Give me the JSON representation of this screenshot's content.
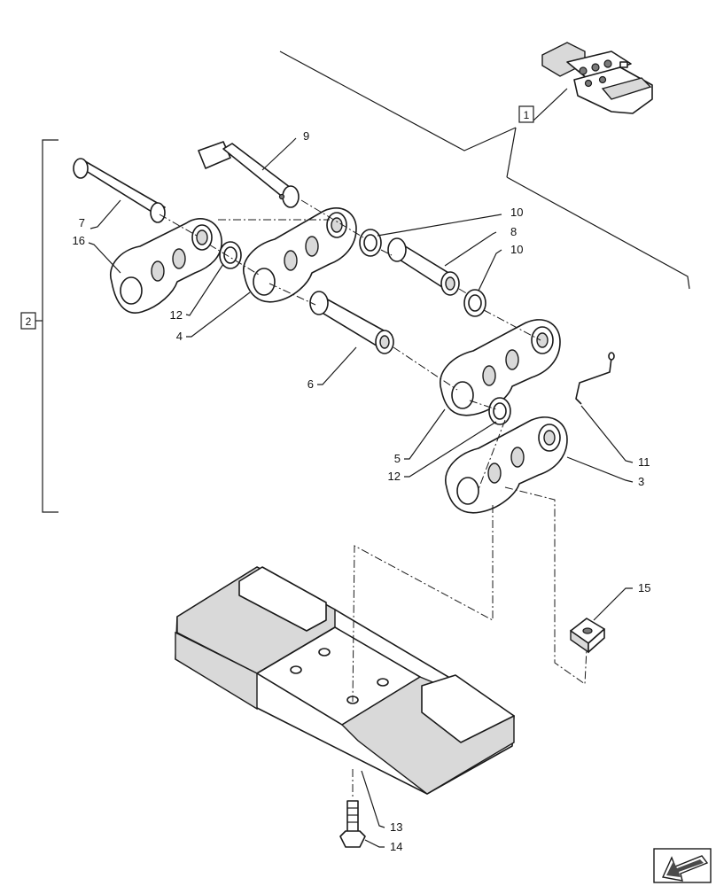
{
  "labels": {
    "l1": "1",
    "l2": "2",
    "l3": "3",
    "l4": "4",
    "l5": "5",
    "l6": "6",
    "l7": "7",
    "l8": "8",
    "l9": "9",
    "l10a": "10",
    "l10b": "10",
    "l11": "11",
    "l12a": "12",
    "l12b": "12",
    "l13": "13",
    "l14": "14",
    "l15": "15",
    "l16": "16"
  },
  "colors": {
    "line": "#1a1a1a",
    "shade": "#d9d9d9",
    "dark": "#7a7a7a",
    "background": "#ffffff"
  },
  "icons": {
    "nav": "arrow-left-down-icon"
  }
}
